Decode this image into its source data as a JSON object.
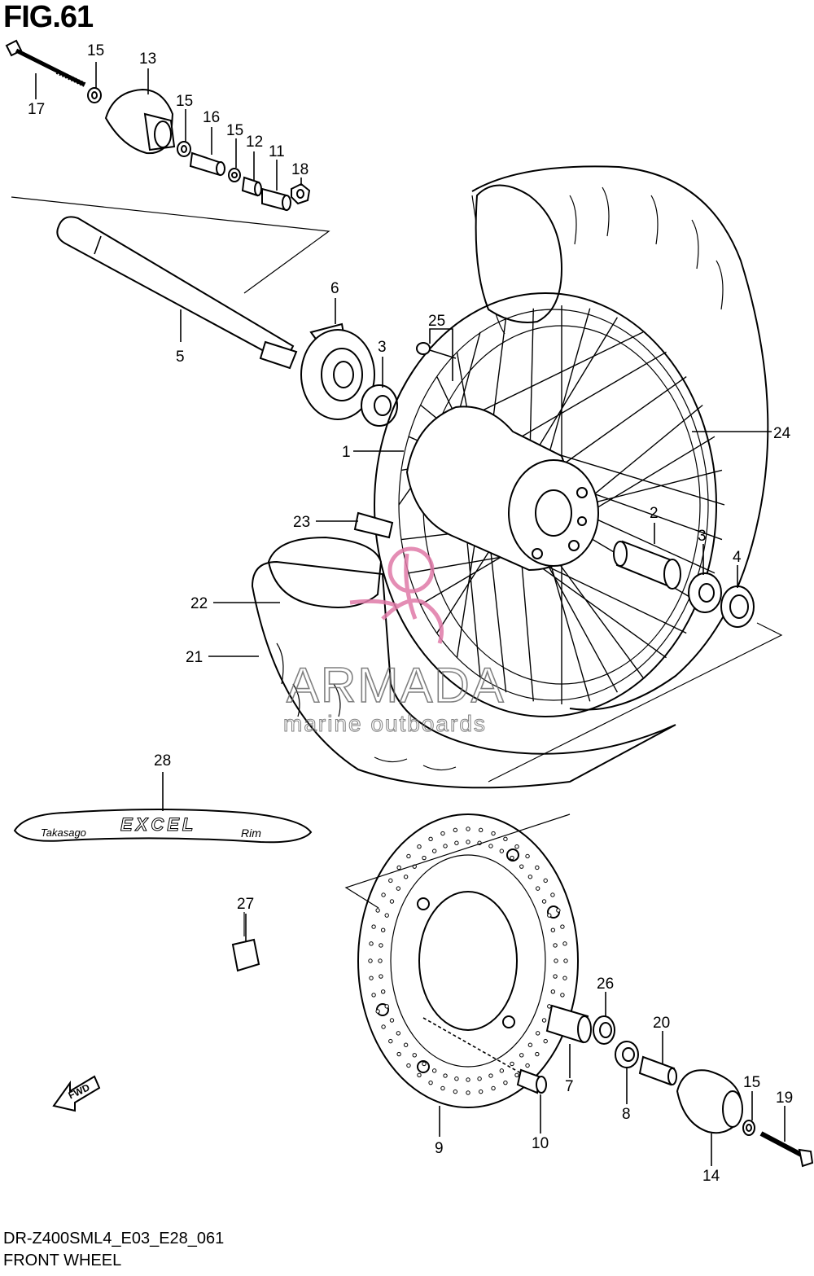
{
  "figure": {
    "title": "FIG.61",
    "model_code": "DR-Z400SML4_E03_E28_061",
    "name": "FRONT WHEEL"
  },
  "watermark": {
    "brand": "ARMADA",
    "tagline": "marine outboards",
    "accent_color": "#e07aa8"
  },
  "rim_decal": {
    "text_left": "Takasago",
    "text_center": "EXCEL",
    "text_right": "Rim"
  },
  "direction_arrow": {
    "label": "FWD"
  },
  "callouts": [
    {
      "id": "c17",
      "label": "17"
    },
    {
      "id": "c15a",
      "label": "15"
    },
    {
      "id": "c13",
      "label": "13"
    },
    {
      "id": "c15b",
      "label": "15"
    },
    {
      "id": "c16",
      "label": "16"
    },
    {
      "id": "c15c",
      "label": "15"
    },
    {
      "id": "c12",
      "label": "12"
    },
    {
      "id": "c11",
      "label": "11"
    },
    {
      "id": "c18",
      "label": "18"
    },
    {
      "id": "c6",
      "label": "6"
    },
    {
      "id": "c5",
      "label": "5"
    },
    {
      "id": "c25",
      "label": "25"
    },
    {
      "id": "c3a",
      "label": "3"
    },
    {
      "id": "c1",
      "label": "1"
    },
    {
      "id": "c24",
      "label": "24"
    },
    {
      "id": "c23",
      "label": "23"
    },
    {
      "id": "c2",
      "label": "2"
    },
    {
      "id": "c3b",
      "label": "3"
    },
    {
      "id": "c4",
      "label": "4"
    },
    {
      "id": "c22",
      "label": "22"
    },
    {
      "id": "c21",
      "label": "21"
    },
    {
      "id": "c28",
      "label": "28"
    },
    {
      "id": "c27",
      "label": "27"
    },
    {
      "id": "c26",
      "label": "26"
    },
    {
      "id": "c20",
      "label": "20"
    },
    {
      "id": "c15d",
      "label": "15"
    },
    {
      "id": "c19",
      "label": "19"
    },
    {
      "id": "c7",
      "label": "7"
    },
    {
      "id": "c8",
      "label": "8"
    },
    {
      "id": "c9",
      "label": "9"
    },
    {
      "id": "c10",
      "label": "10"
    },
    {
      "id": "c14",
      "label": "14"
    }
  ]
}
